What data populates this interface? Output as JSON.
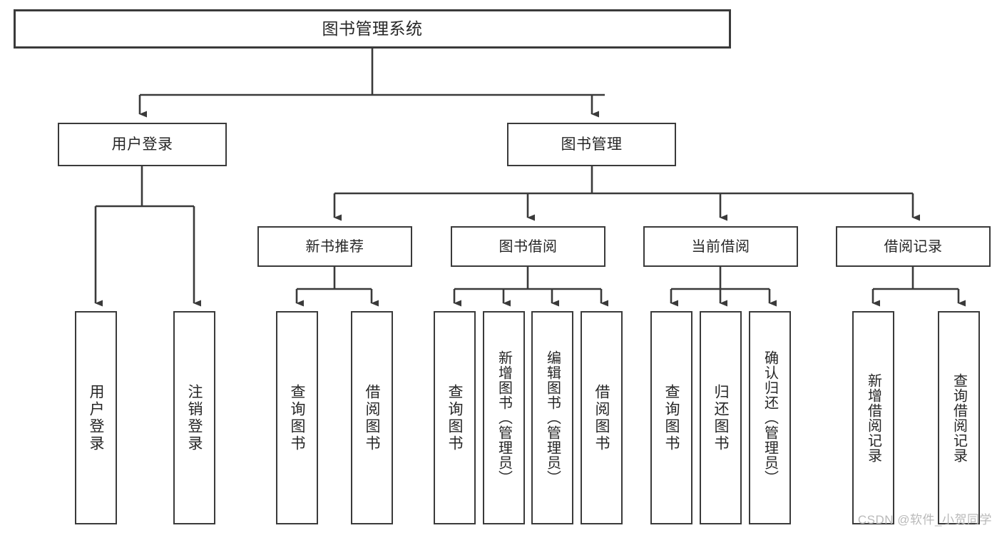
{
  "diagram": {
    "title": "图书管理系统",
    "type": "tree-hierarchy-diagram",
    "colors": {
      "background": "#ffffff",
      "box_border": "#3a3a3a",
      "text": "#262626",
      "connector": "#3a3a3a",
      "watermark": "#b9b9b9"
    },
    "root": {
      "label": "图书管理系统"
    },
    "level1": [
      {
        "label": "用户登录"
      },
      {
        "label": "图书管理"
      }
    ],
    "level2": [
      {
        "label": "新书推荐"
      },
      {
        "label": "图书借阅"
      },
      {
        "label": "当前借阅"
      },
      {
        "label": "借阅记录"
      }
    ],
    "leaves": {
      "user_login": [
        {
          "label": "用户登录"
        },
        {
          "label": "注销登录"
        }
      ],
      "new_book_recommend": [
        {
          "label": "查询图书"
        },
        {
          "label": "借阅图书"
        }
      ],
      "book_borrow": [
        {
          "label": "查询图书"
        },
        {
          "label": "新增图书（管理员）"
        },
        {
          "label": "编辑图书（管理员）"
        },
        {
          "label": "借阅图书"
        }
      ],
      "current_borrow": [
        {
          "label": "查询图书"
        },
        {
          "label": "归还图书"
        },
        {
          "label": "确认归还（管理员）"
        }
      ],
      "borrow_record": [
        {
          "label": "新增借阅记录"
        },
        {
          "label": "查询借阅记录"
        }
      ]
    }
  },
  "watermark": {
    "text": "CSDN @软件_小贺同学"
  }
}
